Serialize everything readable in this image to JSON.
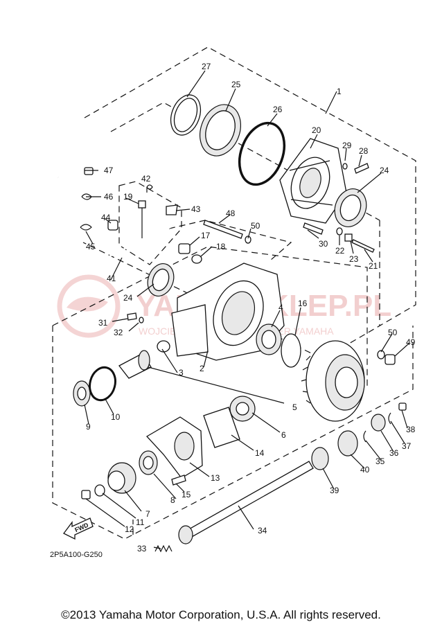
{
  "diagram": {
    "code": "2P5A100-G250",
    "fwd_label": "FWD",
    "watermark_main": "YAMAHAKLEP.PL",
    "watermark_sub": "WOJCIECH STASZCZYK DEALER YAMAHA",
    "callouts": [
      "1",
      "2",
      "3",
      "4",
      "5",
      "6",
      "7",
      "8",
      "9",
      "10",
      "11",
      "12",
      "13",
      "14",
      "15",
      "16",
      "17",
      "18",
      "19",
      "20",
      "21",
      "22",
      "23",
      "24",
      "24",
      "25",
      "26",
      "27",
      "28",
      "29",
      "30",
      "31",
      "32",
      "33",
      "34",
      "35",
      "36",
      "37",
      "38",
      "39",
      "40",
      "41",
      "42",
      "43",
      "44",
      "45",
      "46",
      "47",
      "48",
      "50",
      "50",
      "49"
    ]
  },
  "footer": {
    "copyright": "©2013 Yamaha Motor Corporation, U.S.A. All rights reserved."
  }
}
